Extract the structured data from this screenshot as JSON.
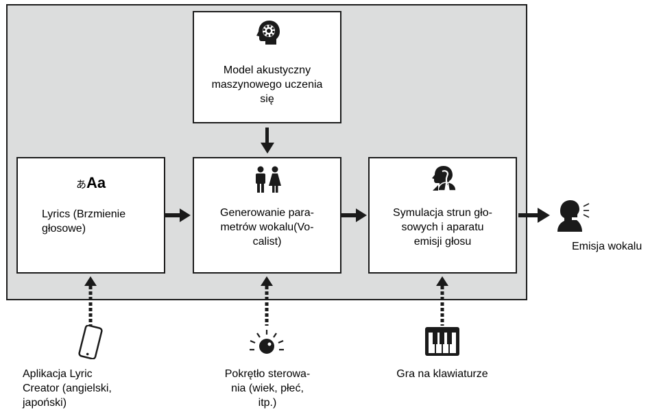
{
  "model_box": {
    "label": "Model akustyczny\nmaszynowego uczenia\nsię",
    "icon": "head-gear-icon"
  },
  "lyrics_box": {
    "label": "Lyrics (Brzmienie\ngłosowe)",
    "icon": "language-icon",
    "icon_text_kana": "あ",
    "icon_text_latin": "Aa"
  },
  "vocalist_box": {
    "label": "Generowanie para-\nmetrów wokalu(Vo-\ncalist)",
    "icon": "man-woman-icon"
  },
  "simulation_box": {
    "label": "Symulacja strun gło-\nsowych i aparatu\nemisji głosu",
    "icon": "vocal-tract-icon"
  },
  "output": {
    "label": "Emisja wokalu",
    "icon": "speaking-head-icon"
  },
  "inputs": {
    "app": {
      "label": "Aplikacja Lyric\nCreator (angielski,\njapoński)",
      "icon": "smartphone-icon"
    },
    "knob": {
      "label": "Pokrętło sterowa-\nnia (wiek, płeć,\nitp.)",
      "icon": "knob-icon"
    },
    "keyboard": {
      "label": "Gra na klawiaturze",
      "icon": "piano-keys-icon"
    }
  },
  "colors": {
    "panel": "#dcdddd",
    "line": "#1a1a1a",
    "box": "#ffffff"
  }
}
